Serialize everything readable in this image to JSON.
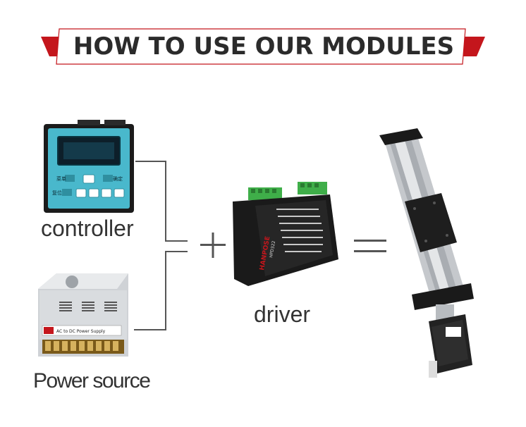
{
  "banner": {
    "title": "HOW TO USE OUR MODULES",
    "accent_color": "#c4161c"
  },
  "modules": {
    "controller": {
      "label": "controller",
      "keypad_top": [
        "菜单",
        "确定"
      ],
      "keypad_bottom": [
        "复位"
      ]
    },
    "power": {
      "label": "Power source",
      "plate_text": "AC to DC Power Supply"
    },
    "driver": {
      "label": "driver",
      "brand": "HANPOSE",
      "model": "HPD322"
    }
  },
  "operators": {
    "plus": "+",
    "equals": "="
  },
  "colors": {
    "text": "#333333",
    "connector": "#555555",
    "terminal_green": "#3fae49",
    "controller_panel": "#49b8cc"
  }
}
